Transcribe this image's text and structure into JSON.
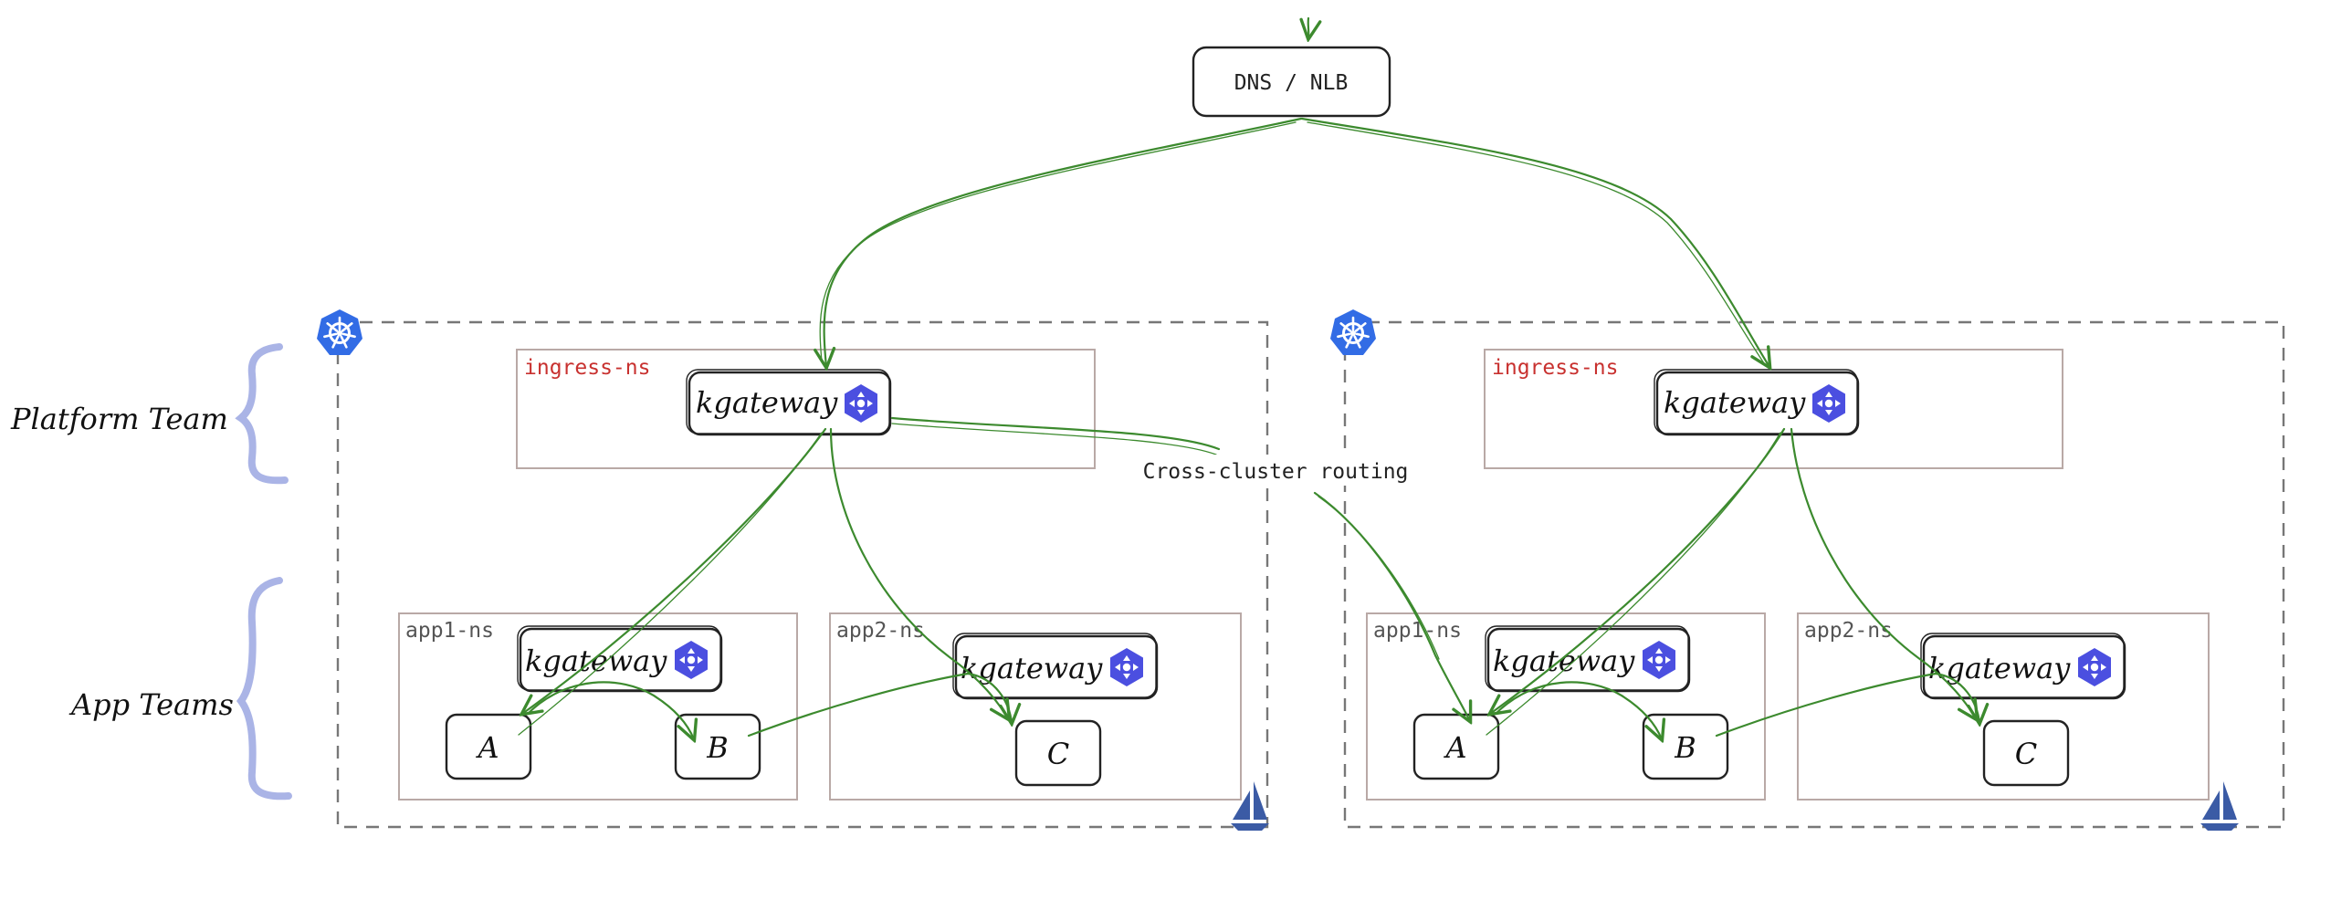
{
  "entry": {
    "label": "DNS / NLB"
  },
  "teams": {
    "platform": "Platform Team",
    "app": "App Teams"
  },
  "annotation": {
    "cross_cluster": "Cross-cluster routing"
  },
  "clusters": [
    {
      "ingress_ns": "ingress-ns",
      "ingress_gateway": "kgateway",
      "app1": {
        "ns": "app1-ns",
        "gateway": "kgateway",
        "services": [
          "A",
          "B"
        ]
      },
      "app2": {
        "ns": "app2-ns",
        "gateway": "kgateway",
        "services": [
          "C"
        ]
      }
    },
    {
      "ingress_ns": "ingress-ns",
      "ingress_gateway": "kgateway",
      "app1": {
        "ns": "app1-ns",
        "gateway": "kgateway",
        "services": [
          "A",
          "B"
        ]
      },
      "app2": {
        "ns": "app2-ns",
        "gateway": "kgateway",
        "services": [
          "C"
        ]
      }
    }
  ],
  "colors": {
    "arrow": "#3c8a2e",
    "ingress_label": "#c8312f",
    "ns_label": "#555555",
    "ns_border": "#b9a9a6",
    "cluster_border": "#777777",
    "kubernetes_blue": "#326ce5",
    "gateway_icon": "#4b4fe0",
    "brace": "#aab4e6",
    "istio": "#3b5ba5"
  },
  "icons": {
    "cluster": "kubernetes-icon",
    "gateway": "gateway-hub-icon",
    "mesh": "istio-sail-icon"
  }
}
